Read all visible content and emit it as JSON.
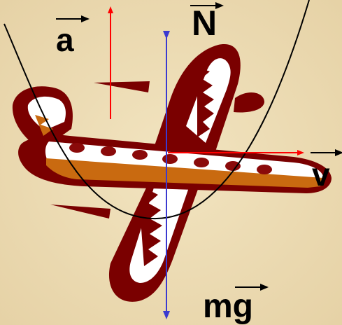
{
  "labels": {
    "acceleration": "a",
    "normal_force": "N",
    "velocity": "v",
    "gravity_force": "mg"
  },
  "colors": {
    "background": "#ecdcb4",
    "plane_body": "#7a0000",
    "plane_inner": "#ffffff",
    "plane_stripe": "#c96a10",
    "window": "#8a0a0a",
    "acceleration_arrow": "#ff0000",
    "velocity_arrow": "#ff0000",
    "force_axis": "#3a3ad0",
    "trajectory": "#000000"
  },
  "icons": [
    "airplane-icon"
  ]
}
